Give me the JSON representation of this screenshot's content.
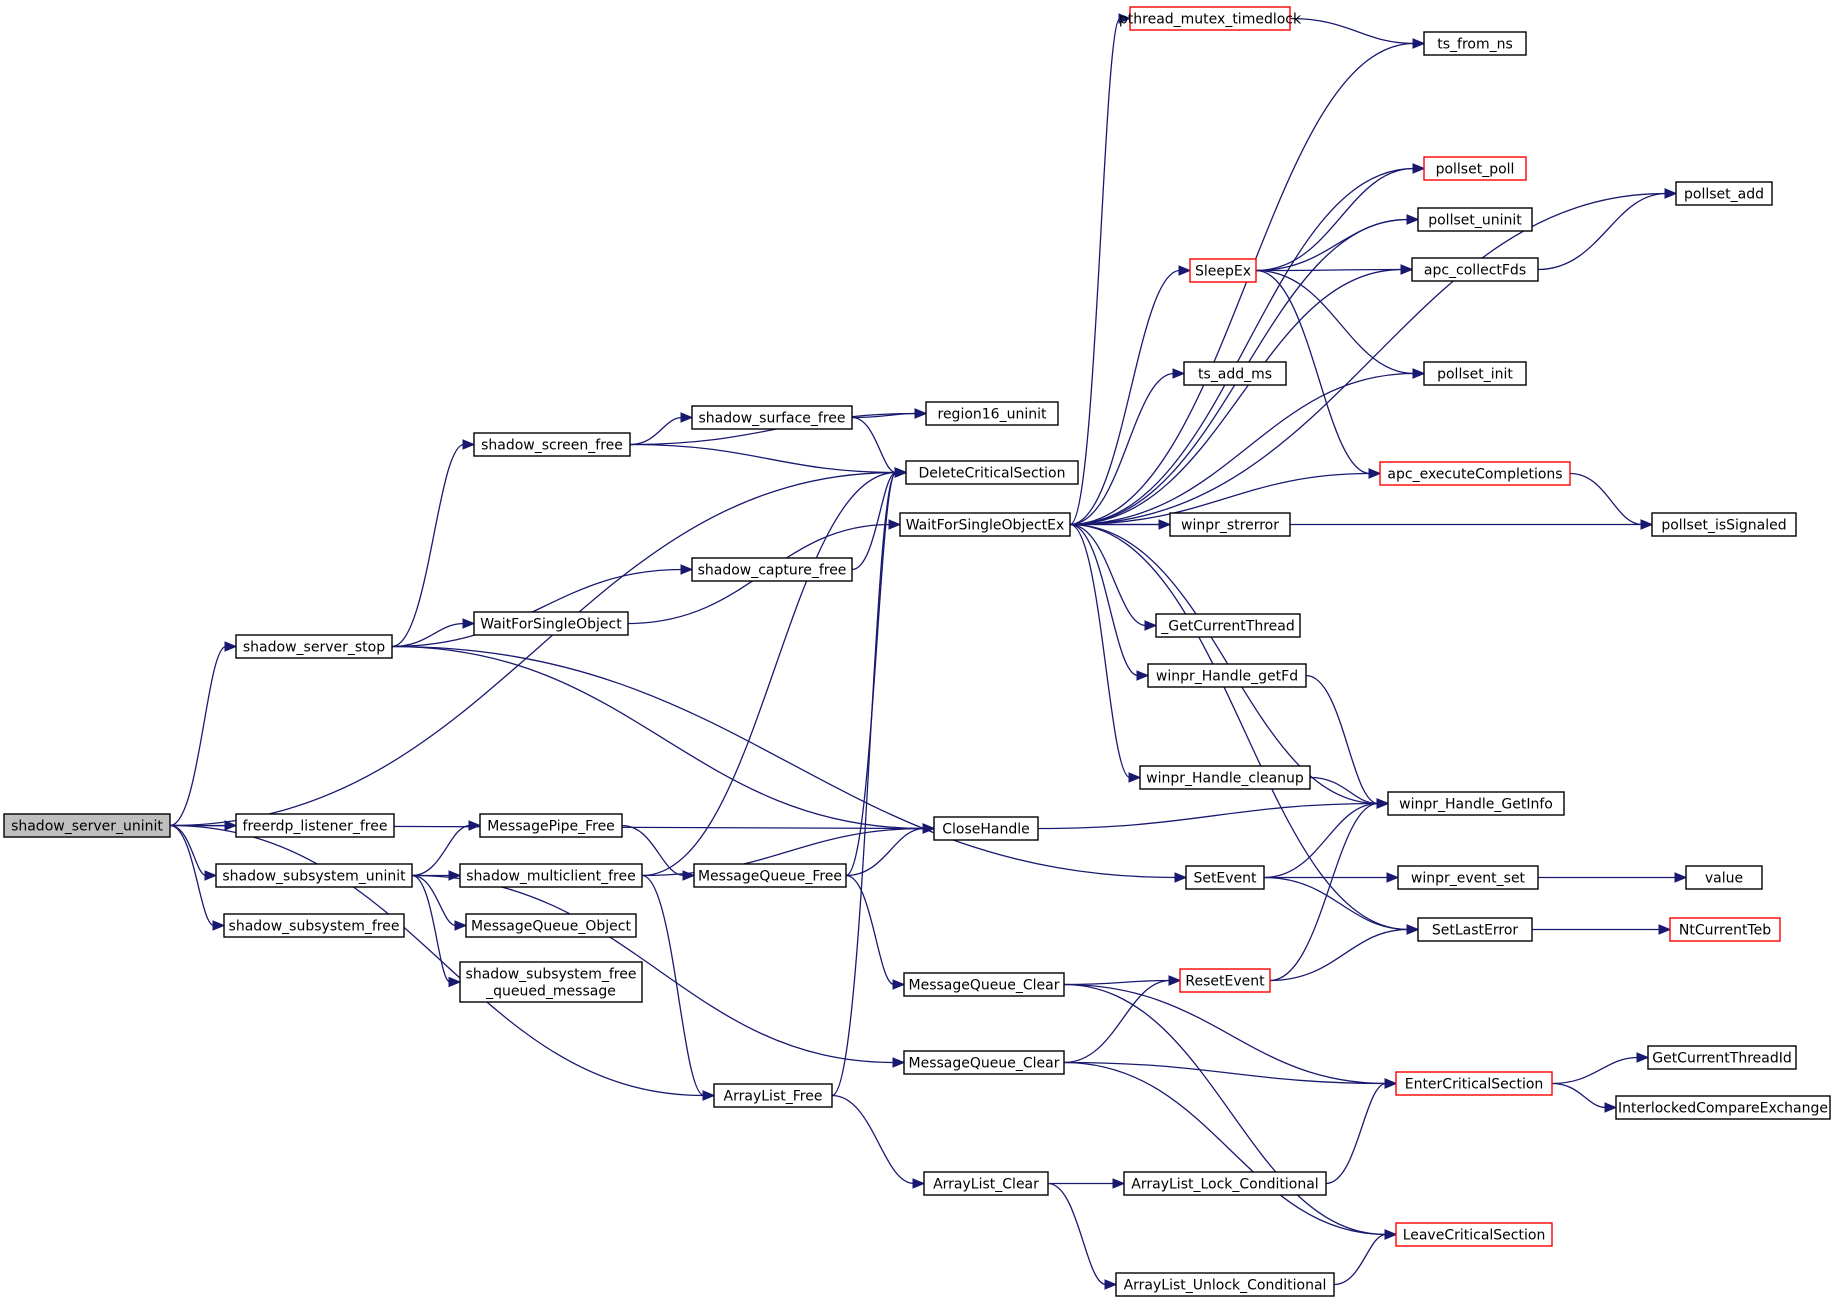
{
  "nodes": [
    {
      "id": "shadow_server_uninit",
      "label": "shadow_server_uninit",
      "style": "root"
    },
    {
      "id": "shadow_server_stop",
      "label": "shadow_server_stop"
    },
    {
      "id": "freerdp_listener_free",
      "label": "freerdp_listener_free"
    },
    {
      "id": "shadow_subsystem_uninit",
      "label": "shadow_subsystem_uninit"
    },
    {
      "id": "shadow_subsystem_free",
      "label": "shadow_subsystem_free"
    },
    {
      "id": "shadow_screen_free",
      "label": "shadow_screen_free"
    },
    {
      "id": "WaitForSingleObject",
      "label": "WaitForSingleObject"
    },
    {
      "id": "MessagePipe_Free",
      "label": "MessagePipe_Free"
    },
    {
      "id": "shadow_multiclient_free",
      "label": "shadow_multiclient_free"
    },
    {
      "id": "MessageQueue_Object",
      "label": "MessageQueue_Object"
    },
    {
      "id": "shadow_subsystem_free_queued_message",
      "label": "shadow_subsystem_free\n_queued_message"
    },
    {
      "id": "shadow_surface_free",
      "label": "shadow_surface_free"
    },
    {
      "id": "shadow_capture_free",
      "label": "shadow_capture_free"
    },
    {
      "id": "MessageQueue_Free",
      "label": "MessageQueue_Free"
    },
    {
      "id": "ArrayList_Free",
      "label": "ArrayList_Free"
    },
    {
      "id": "region16_uninit",
      "label": "region16_uninit"
    },
    {
      "id": "DeleteCriticalSection",
      "label": "DeleteCriticalSection"
    },
    {
      "id": "WaitForSingleObjectEx",
      "label": "WaitForSingleObjectEx"
    },
    {
      "id": "CloseHandle",
      "label": "CloseHandle"
    },
    {
      "id": "MessageQueue_Clear_1",
      "label": "MessageQueue_Clear"
    },
    {
      "id": "MessageQueue_Clear_2",
      "label": "MessageQueue_Clear"
    },
    {
      "id": "ArrayList_Clear",
      "label": "ArrayList_Clear"
    },
    {
      "id": "pthread_mutex_timedlock",
      "label": "pthread_mutex_timedlock",
      "style": "red"
    },
    {
      "id": "SleepEx",
      "label": "SleepEx",
      "style": "red"
    },
    {
      "id": "ts_add_ms",
      "label": "ts_add_ms"
    },
    {
      "id": "winpr_strerror",
      "label": "winpr_strerror"
    },
    {
      "id": "_GetCurrentThread",
      "label": "_GetCurrentThread"
    },
    {
      "id": "winpr_Handle_getFd",
      "label": "winpr_Handle_getFd"
    },
    {
      "id": "winpr_Handle_cleanup",
      "label": "winpr_Handle_cleanup"
    },
    {
      "id": "SetEvent",
      "label": "SetEvent"
    },
    {
      "id": "ResetEvent",
      "label": "ResetEvent",
      "style": "red"
    },
    {
      "id": "ArrayList_Lock_Conditional",
      "label": "ArrayList_Lock_Conditional"
    },
    {
      "id": "ArrayList_Unlock_Conditional",
      "label": "ArrayList_Unlock_Conditional"
    },
    {
      "id": "ts_from_ns",
      "label": "ts_from_ns"
    },
    {
      "id": "pollset_poll",
      "label": "pollset_poll",
      "style": "red"
    },
    {
      "id": "pollset_uninit",
      "label": "pollset_uninit"
    },
    {
      "id": "apc_collectFds",
      "label": "apc_collectFds"
    },
    {
      "id": "pollset_init",
      "label": "pollset_init"
    },
    {
      "id": "apc_executeCompletions",
      "label": "apc_executeCompletions",
      "style": "red"
    },
    {
      "id": "winpr_Handle_GetInfo",
      "label": "winpr_Handle_GetInfo"
    },
    {
      "id": "winpr_event_set",
      "label": "winpr_event_set"
    },
    {
      "id": "SetLastError",
      "label": "SetLastError"
    },
    {
      "id": "EnterCriticalSection",
      "label": "EnterCriticalSection",
      "style": "red"
    },
    {
      "id": "LeaveCriticalSection",
      "label": "LeaveCriticalSection",
      "style": "red"
    },
    {
      "id": "pollset_add",
      "label": "pollset_add"
    },
    {
      "id": "pollset_isSignaled",
      "label": "pollset_isSignaled"
    },
    {
      "id": "value",
      "label": "value"
    },
    {
      "id": "NtCurrentTeb",
      "label": "NtCurrentTeb",
      "style": "red"
    },
    {
      "id": "GetCurrentThreadId",
      "label": "GetCurrentThreadId"
    },
    {
      "id": "InterlockedCompareExchange",
      "label": "InterlockedCompareExchange"
    }
  ],
  "edges": [
    [
      "shadow_server_uninit",
      "shadow_server_stop"
    ],
    [
      "shadow_server_uninit",
      "DeleteCriticalSection"
    ],
    [
      "shadow_server_uninit",
      "CloseHandle"
    ],
    [
      "shadow_server_uninit",
      "freerdp_listener_free"
    ],
    [
      "shadow_server_uninit",
      "shadow_subsystem_uninit"
    ],
    [
      "shadow_server_uninit",
      "shadow_subsystem_free"
    ],
    [
      "shadow_server_uninit",
      "ArrayList_Free"
    ],
    [
      "shadow_server_stop",
      "shadow_screen_free"
    ],
    [
      "shadow_server_stop",
      "shadow_capture_free"
    ],
    [
      "shadow_server_stop",
      "WaitForSingleObject"
    ],
    [
      "shadow_server_stop",
      "CloseHandle"
    ],
    [
      "shadow_server_stop",
      "SetEvent"
    ],
    [
      "shadow_screen_free",
      "region16_uninit"
    ],
    [
      "shadow_screen_free",
      "shadow_surface_free"
    ],
    [
      "shadow_screen_free",
      "DeleteCriticalSection"
    ],
    [
      "shadow_surface_free",
      "region16_uninit"
    ],
    [
      "shadow_surface_free",
      "DeleteCriticalSection"
    ],
    [
      "shadow_capture_free",
      "DeleteCriticalSection"
    ],
    [
      "WaitForSingleObject",
      "WaitForSingleObjectEx"
    ],
    [
      "shadow_subsystem_uninit",
      "MessagePipe_Free"
    ],
    [
      "shadow_subsystem_uninit",
      "shadow_multiclient_free"
    ],
    [
      "shadow_subsystem_uninit",
      "MessageQueue_Object"
    ],
    [
      "shadow_subsystem_uninit",
      "shadow_subsystem_free_queued_message"
    ],
    [
      "shadow_subsystem_uninit",
      "MessageQueue_Clear_2"
    ],
    [
      "MessagePipe_Free",
      "MessageQueue_Free"
    ],
    [
      "shadow_multiclient_free",
      "DeleteCriticalSection"
    ],
    [
      "shadow_multiclient_free",
      "CloseHandle"
    ],
    [
      "shadow_multiclient_free",
      "ArrayList_Free"
    ],
    [
      "MessageQueue_Free",
      "DeleteCriticalSection"
    ],
    [
      "MessageQueue_Free",
      "CloseHandle"
    ],
    [
      "MessageQueue_Free",
      "MessageQueue_Clear_1"
    ],
    [
      "ArrayList_Free",
      "DeleteCriticalSection"
    ],
    [
      "ArrayList_Free",
      "ArrayList_Clear"
    ],
    [
      "WaitForSingleObjectEx",
      "pthread_mutex_timedlock"
    ],
    [
      "WaitForSingleObjectEx",
      "ts_from_ns"
    ],
    [
      "WaitForSingleObjectEx",
      "pollset_add"
    ],
    [
      "WaitForSingleObjectEx",
      "pollset_poll"
    ],
    [
      "WaitForSingleObjectEx",
      "pollset_uninit"
    ],
    [
      "WaitForSingleObjectEx",
      "SleepEx"
    ],
    [
      "WaitForSingleObjectEx",
      "apc_collectFds"
    ],
    [
      "WaitForSingleObjectEx",
      "ts_add_ms"
    ],
    [
      "WaitForSingleObjectEx",
      "pollset_init"
    ],
    [
      "WaitForSingleObjectEx",
      "apc_executeCompletions"
    ],
    [
      "WaitForSingleObjectEx",
      "winpr_strerror"
    ],
    [
      "WaitForSingleObjectEx",
      "pollset_isSignaled"
    ],
    [
      "WaitForSingleObjectEx",
      "_GetCurrentThread"
    ],
    [
      "WaitForSingleObjectEx",
      "winpr_Handle_getFd"
    ],
    [
      "WaitForSingleObjectEx",
      "winpr_Handle_cleanup"
    ],
    [
      "WaitForSingleObjectEx",
      "winpr_Handle_GetInfo"
    ],
    [
      "WaitForSingleObjectEx",
      "SetLastError"
    ],
    [
      "pthread_mutex_timedlock",
      "ts_from_ns"
    ],
    [
      "SleepEx",
      "pollset_poll"
    ],
    [
      "SleepEx",
      "pollset_uninit"
    ],
    [
      "SleepEx",
      "apc_collectFds"
    ],
    [
      "SleepEx",
      "pollset_init"
    ],
    [
      "SleepEx",
      "apc_executeCompletions"
    ],
    [
      "apc_collectFds",
      "pollset_add"
    ],
    [
      "apc_executeCompletions",
      "pollset_isSignaled"
    ],
    [
      "winpr_Handle_getFd",
      "winpr_Handle_GetInfo"
    ],
    [
      "winpr_Handle_cleanup",
      "winpr_Handle_GetInfo"
    ],
    [
      "CloseHandle",
      "winpr_Handle_GetInfo"
    ],
    [
      "SetEvent",
      "winpr_Handle_GetInfo"
    ],
    [
      "SetEvent",
      "winpr_event_set"
    ],
    [
      "SetEvent",
      "SetLastError"
    ],
    [
      "winpr_event_set",
      "value"
    ],
    [
      "SetLastError",
      "NtCurrentTeb"
    ],
    [
      "ResetEvent",
      "winpr_Handle_GetInfo"
    ],
    [
      "ResetEvent",
      "SetLastError"
    ],
    [
      "MessageQueue_Clear_1",
      "ResetEvent"
    ],
    [
      "MessageQueue_Clear_1",
      "EnterCriticalSection"
    ],
    [
      "MessageQueue_Clear_1",
      "LeaveCriticalSection"
    ],
    [
      "MessageQueue_Clear_2",
      "ResetEvent"
    ],
    [
      "MessageQueue_Clear_2",
      "EnterCriticalSection"
    ],
    [
      "MessageQueue_Clear_2",
      "LeaveCriticalSection"
    ],
    [
      "EnterCriticalSection",
      "GetCurrentThreadId"
    ],
    [
      "EnterCriticalSection",
      "InterlockedCompareExchange"
    ],
    [
      "ArrayList_Clear",
      "ArrayList_Lock_Conditional"
    ],
    [
      "ArrayList_Clear",
      "ArrayList_Unlock_Conditional"
    ],
    [
      "ArrayList_Lock_Conditional",
      "EnterCriticalSection"
    ],
    [
      "ArrayList_Unlock_Conditional",
      "LeaveCriticalSection"
    ]
  ],
  "colors": {
    "edge": "#191970",
    "node_border": "#000000",
    "node_border_highlight": "#ff0000",
    "root_fill": "#bfbfbf",
    "background": "#ffffff"
  }
}
